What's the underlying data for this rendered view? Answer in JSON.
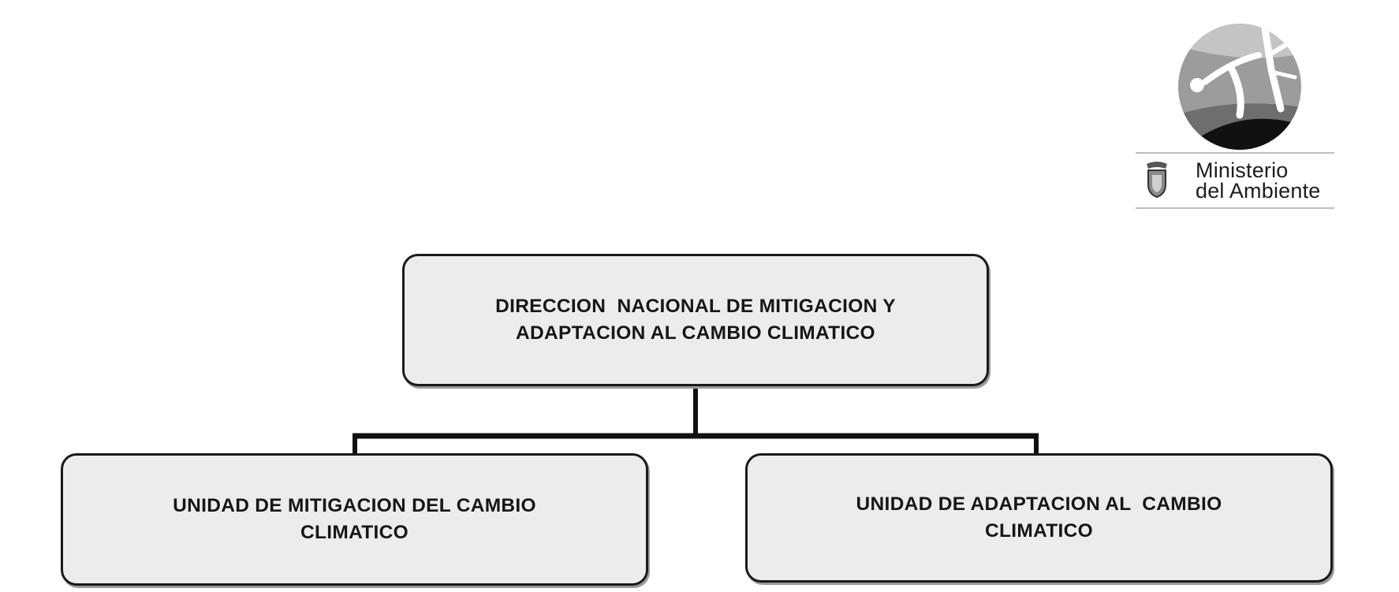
{
  "logo": {
    "emblem_icon": "ministerio-ambiente-emblem-icon",
    "shield_icon": "ecuador-coat-of-arms-icon",
    "line1": "Ministerio",
    "line2": "del Ambiente"
  },
  "chart": {
    "top_box": {
      "line1": "DIRECCION  NACIONAL DE MITIGACION Y",
      "line2": "ADAPTACION AL CAMBIO CLIMATICO"
    },
    "children": [
      {
        "line1": "UNIDAD DE MITIGACION DEL CAMBIO",
        "line2": "CLIMATICO"
      },
      {
        "line1": "UNIDAD DE ADAPTACION AL  CAMBIO",
        "line2": "CLIMATICO"
      }
    ]
  },
  "colors": {
    "box_fill": "#ececec",
    "box_border": "#1a1a1a",
    "connector": "#111111"
  }
}
